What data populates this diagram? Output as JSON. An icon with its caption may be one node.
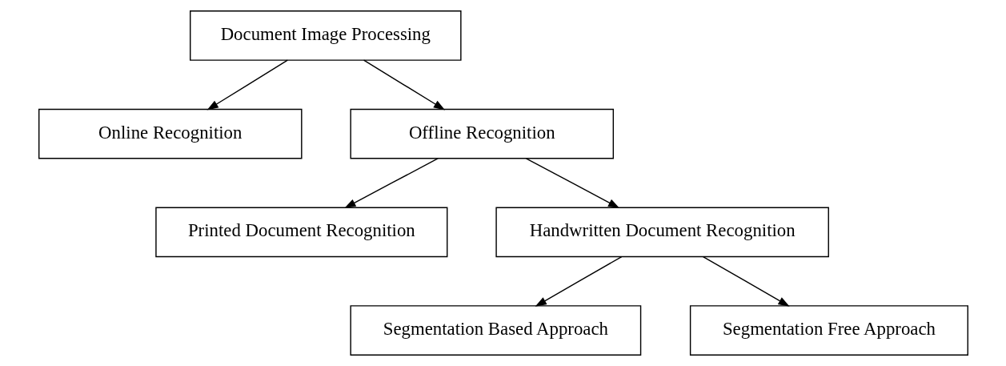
{
  "diagram": {
    "nodes": [
      {
        "text": [
          "Document Image Processing"
        ]
      },
      {
        "text": [
          "Online Recognition"
        ]
      },
      {
        "text": [
          "Offline Recognition"
        ]
      },
      {
        "text": [
          "Printed Document Recognition"
        ]
      },
      {
        "text": [
          "Handwritten Document Recognition"
        ]
      },
      {
        "text": [
          "Segmentation Based Approach"
        ]
      },
      {
        "text": [
          "Segmentation Free Approach"
        ]
      }
    ],
    "edges": [
      {
        "from": 0,
        "to": 1,
        "arrow": "to"
      },
      {
        "from": 0,
        "to": 2,
        "arrow": "to"
      },
      {
        "from": 2,
        "to": 3,
        "arrow": "to"
      },
      {
        "from": 2,
        "to": 4,
        "arrow": "to"
      },
      {
        "from": 4,
        "to": 5,
        "arrow": "to"
      },
      {
        "from": 4,
        "to": 6,
        "arrow": "to"
      }
    ]
  }
}
